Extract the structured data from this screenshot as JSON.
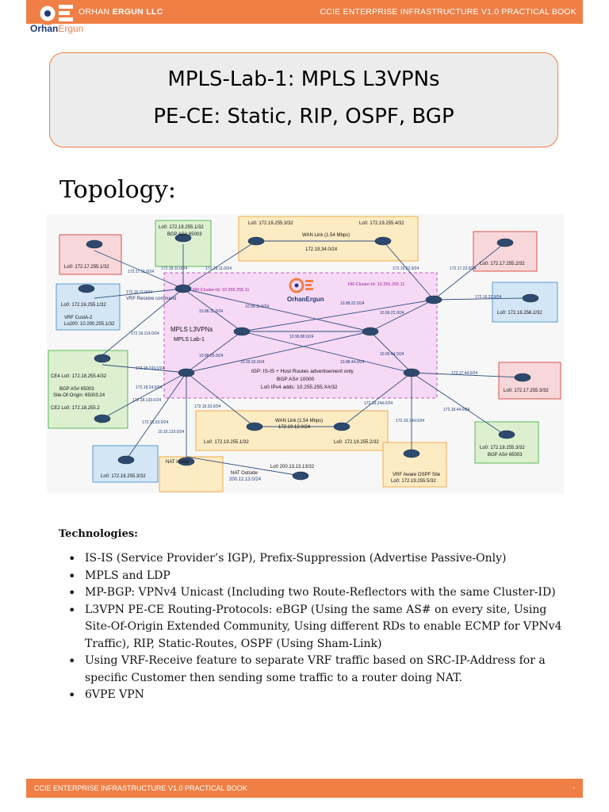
{
  "header": {
    "company_first": "ORHAN",
    "company_second": "ERGUN LLC",
    "book_title": "CCIE ENTERPRISE INFRASTRUCTURE V1.0 PRACTICAL BOOK",
    "logo_first": "Orhan",
    "logo_second": "Ergun"
  },
  "title": {
    "line1": "MPLS-Lab-1: MPLS L3VPNs",
    "line2": "PE-CE: Static, RIP, OSPF, BGP"
  },
  "topology_label": "Topology:",
  "diagram": {
    "core_title_1": "MPLS L3VPNs",
    "core_title_2": "MPLS Lab-1",
    "igp_line": "IGP: IS-IS + Host Routes advertisement only",
    "bgp_as_line": "BGP AS# 10000",
    "lo0_line": "Lo0 IPv4 adds: 10.255.255.X#/32",
    "rr_left": "RR-Cluster-Id: 10.255.255.11",
    "rr_right": "RR-Cluster-Id: 10.255.255.11",
    "ce1_lo": "Lo0: 172.17.255.1/32",
    "bgp_top_lo": "Lo0: 172.18.255.1/32",
    "bgp_top_as": "BGP AS# 65003",
    "ospf_top_lo_left": "Lo0: 172.19.255.3/32",
    "ospf_top_lo_right": "Lo0: 172.19.255.4/32",
    "wan_top": "WAN Link (1.54 Mbps)",
    "wan_top_net": "172.19.34.0/24",
    "rip_right_lo": "Lo0: 172.17.255.2/32",
    "static_left_lo": "Lo0: 172.16.255.1/32",
    "vrf_receive": "VRF Receive command",
    "vrf_custa": "VRF CustA-2",
    "vrf_lo200": "Lo200: 10.200.255.1/32",
    "static_right_lo": "Lo0: 172.16.256.2/32",
    "ce4_lo": "CE4 Lo0: 172.18.255.4/32",
    "bgp_left_as": "BGP AS# 65003",
    "site_of_origin": "Site-Of-Origin: 65003:24",
    "ce2_lo": "CE2 Lo0: 172.18.255.2",
    "rip_right2_lo": "Lo0: 172.17.255.3/32",
    "wan_bottom": "WAN Link (1.54 Mbps)",
    "wan_bottom_net": "172.19.12.0/24",
    "ospf_bottom_lo_left": "Lo0: 172.19.255.1/32",
    "ospf_bottom_lo_right": "Lo0: 172.19.255.2/32",
    "static_bottom_lo": "Lo0: 172.16.255.3/32",
    "nat_inside": "NAT Inside",
    "nat_outside": "NAT Outside",
    "nat_net": "200.12.13.0/24",
    "nat_lo": "Lo0 200.13.13.13/32",
    "vrf_aware_1": "VRF Aware OSPF Site",
    "vrf_aware_2": "Lo0: 172.19.255.5/32",
    "bgp_bottom_lo": "Lo0: 172.18.255.3/32",
    "bgp_bottom_as": "BGP AS# 65003",
    "links": [
      "172.17.11.0/24",
      "172.16.11.0/24",
      "172.18.11.0/24",
      "172.19.11.0/24",
      "172.19.22.0/24",
      "172.17.22.0/24",
      "172.16.22.0/24",
      "172.16.114.0/24",
      "172.18.233.0/24",
      "172.18.24.0/24",
      "172.18.133.0/24",
      "172.19.33.0/24",
      "172.16.33.0/24",
      "10.16.133.0/24",
      "172.19.244.0/24",
      "172.19.144.0/24",
      "172.17.44.0/24",
      "172.18.44.0/24",
      "10.88.11.0/24",
      "10.99.11.0/24",
      "10.88.22.0/24",
      "10.99.22.0/24",
      "10.99.88.0/24",
      "10.88.33.0/24",
      "10.99.33.0/24",
      "10.88.44.0/24",
      "10.99.44.0/24"
    ]
  },
  "technologies": {
    "heading": "Technologies:",
    "items": [
      "IS-IS (Service Provider’s IGP), Prefix-Suppression (Advertise Passive-Only)",
      "MPLS and LDP",
      "MP-BGP: VPNv4 Unicast (Including two Route-Reflectors with the same Cluster-ID)",
      "L3VPN PE-CE Routing-Protocols: eBGP (Using the same AS# on every site, Using Site-Of-Origin Extended Community, Using different RDs to enable ECMP for VPNv4 Traffic), RIP, Static-Routes, OSPF (Using Sham-Link)",
      "Using VRF-Receive feature to separate VRF traffic based on SRC-IP-Address for a specific Customer then sending some traffic to a router doing NAT.",
      "6VPE VPN"
    ]
  },
  "footer": {
    "book_title": "CCIE ENTERPRISE INFRASTRUCTURE V1.0 PRACTICAL BOOK",
    "page": "-"
  },
  "colors": {
    "accent": "#ef7f45",
    "brand_blue": "#1f3a78",
    "core_fill": "#f6d9f5",
    "rip": "#f8d7da",
    "bgp": "#dcf0d0",
    "ospf": "#fdebc4",
    "static": "#d3e6f5"
  }
}
